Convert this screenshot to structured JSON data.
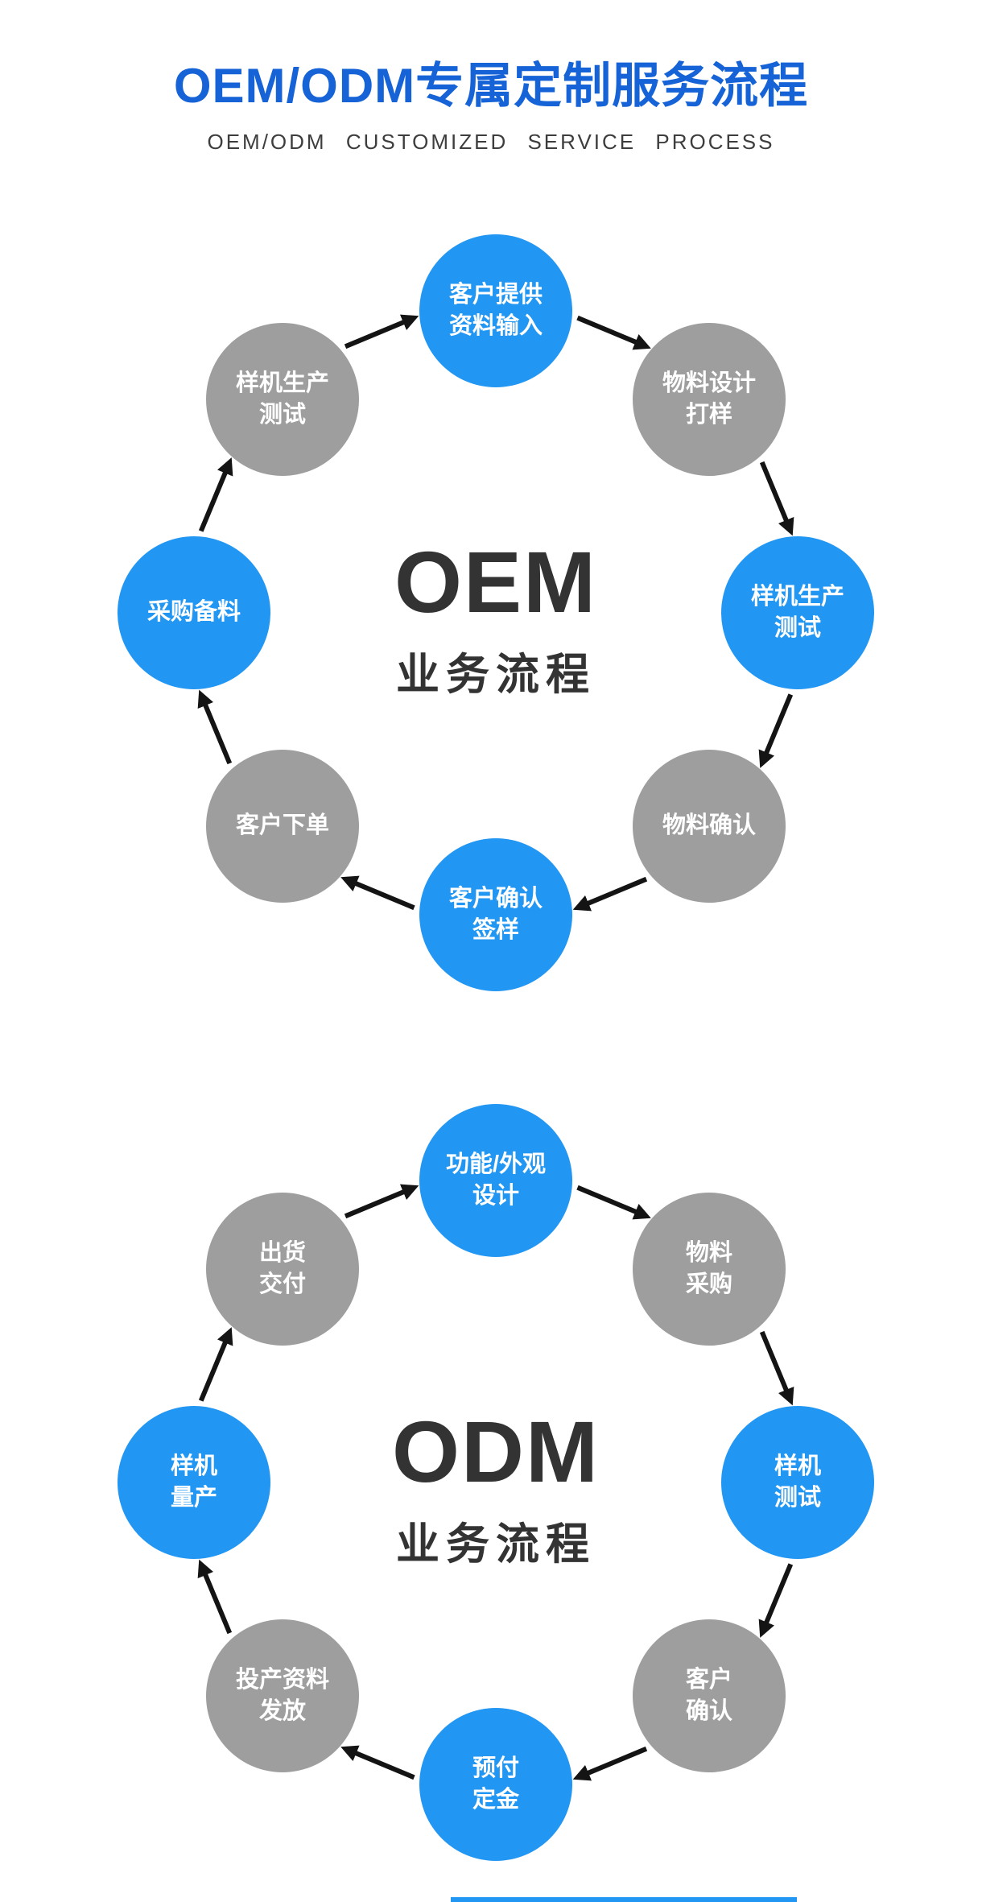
{
  "header": {
    "title": "OEM/ODM专属定制服务流程",
    "subtitle": "OEM/ODM CUSTOMIZED SERVICE PROCESS"
  },
  "colors": {
    "title_blue": "#1563d6",
    "node_blue": "#2196f3",
    "node_gray": "#9e9e9e",
    "arrow_black": "#141414",
    "center_text": "#333333"
  },
  "diagrams": [
    {
      "name": "OEM",
      "center_title": "OEM",
      "center_subtitle": "业务流程",
      "flow": "clockwise",
      "nodes": [
        {
          "position": "top",
          "color": "blue",
          "label": "客户提供\n资料输入"
        },
        {
          "position": "top-right",
          "color": "gray",
          "label": "物料设计\n打样"
        },
        {
          "position": "right",
          "color": "blue",
          "label": "样机生产\n测试"
        },
        {
          "position": "bottom-right",
          "color": "gray",
          "label": "物料确认"
        },
        {
          "position": "bottom",
          "color": "blue",
          "label": "客户确认\n签样"
        },
        {
          "position": "bottom-left",
          "color": "gray",
          "label": "客户下单"
        },
        {
          "position": "left",
          "color": "blue",
          "label": "采购备料"
        },
        {
          "position": "top-left",
          "color": "gray",
          "label": "样机生产\n测试"
        }
      ]
    },
    {
      "name": "ODM",
      "center_title": "ODM",
      "center_subtitle": "业务流程",
      "flow": "clockwise",
      "nodes": [
        {
          "position": "top",
          "color": "blue",
          "label": "功能/外观\n设计"
        },
        {
          "position": "top-right",
          "color": "gray",
          "label": "物料\n采购"
        },
        {
          "position": "right",
          "color": "blue",
          "label": "样机\n测试"
        },
        {
          "position": "bottom-right",
          "color": "gray",
          "label": "客户\n确认"
        },
        {
          "position": "bottom",
          "color": "blue",
          "label": "预付\n定金"
        },
        {
          "position": "bottom-left",
          "color": "gray",
          "label": "投产资料\n发放"
        },
        {
          "position": "left",
          "color": "blue",
          "label": "样机\n量产"
        },
        {
          "position": "top-left",
          "color": "gray",
          "label": "出货\n交付"
        }
      ]
    }
  ]
}
